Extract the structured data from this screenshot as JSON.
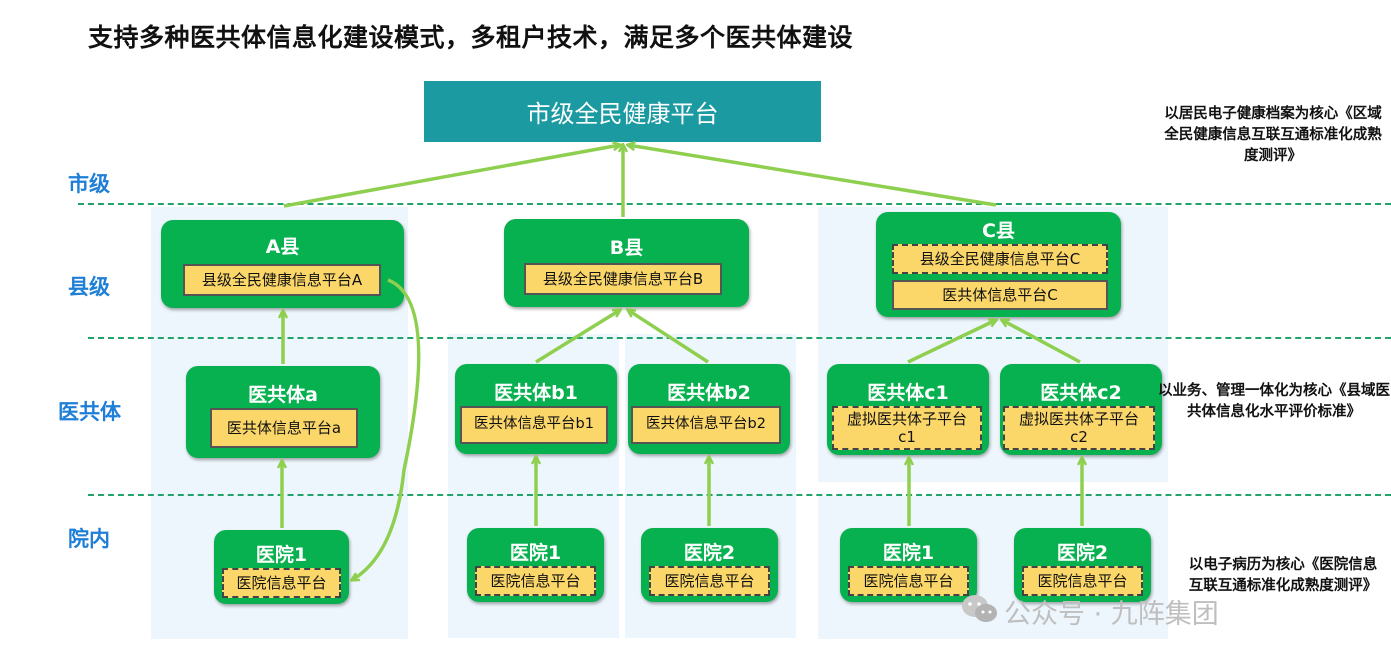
{
  "title": "支持多种医共体信息化建设模式，多租户技术，满足多个医共体建设",
  "levels": {
    "city": "市级",
    "county": "县级",
    "alliance": "医共体",
    "hospital": "院内"
  },
  "city_platform": "市级全民健康平台",
  "counties": {
    "a": {
      "name": "A县",
      "platform": "县级全民健康信息平台A"
    },
    "b": {
      "name": "B县",
      "platform": "县级全民健康信息平台B"
    },
    "c": {
      "name": "C县",
      "platform": "县级全民健康信息平台C",
      "alliance_platform": "医共体信息平台C"
    }
  },
  "alliances": {
    "a": {
      "name": "医共体a",
      "platform": "医共体信息平台a"
    },
    "b1": {
      "name": "医共体b1",
      "platform": "医共体信息平台b1"
    },
    "b2": {
      "name": "医共体b2",
      "platform": "医共体信息平台b2"
    },
    "c1": {
      "name": "医共体c1",
      "platform": "虚拟医共体子平台c1"
    },
    "c2": {
      "name": "医共体c2",
      "platform": "虚拟医共体子平台c2"
    }
  },
  "hospitals": {
    "a1": {
      "name": "医院1",
      "platform": "医院信息平台"
    },
    "b1": {
      "name": "医院1",
      "platform": "医院信息平台"
    },
    "b2": {
      "name": "医院2",
      "platform": "医院信息平台"
    },
    "c1": {
      "name": "医院1",
      "platform": "医院信息平台"
    },
    "c2": {
      "name": "医院2",
      "platform": "医院信息平台"
    }
  },
  "notes": {
    "city": "以居民电子健康档案为核心《区域全民健康信息互联互通标准化成熟度测评》",
    "alliance": "以业务、管理一体化为核心《县域医共体信息化水平评价标准》",
    "hospital": "以电子病历为核心《医院信息互联互通标准化成熟度测评》"
  },
  "watermark": "公众号 · 九阵集团",
  "colors": {
    "green": "#08b14f",
    "teal": "#1c9aa2",
    "yellow": "#fbd76a",
    "arrow": "#8fcf4f",
    "label_blue": "#1f7fd6"
  }
}
